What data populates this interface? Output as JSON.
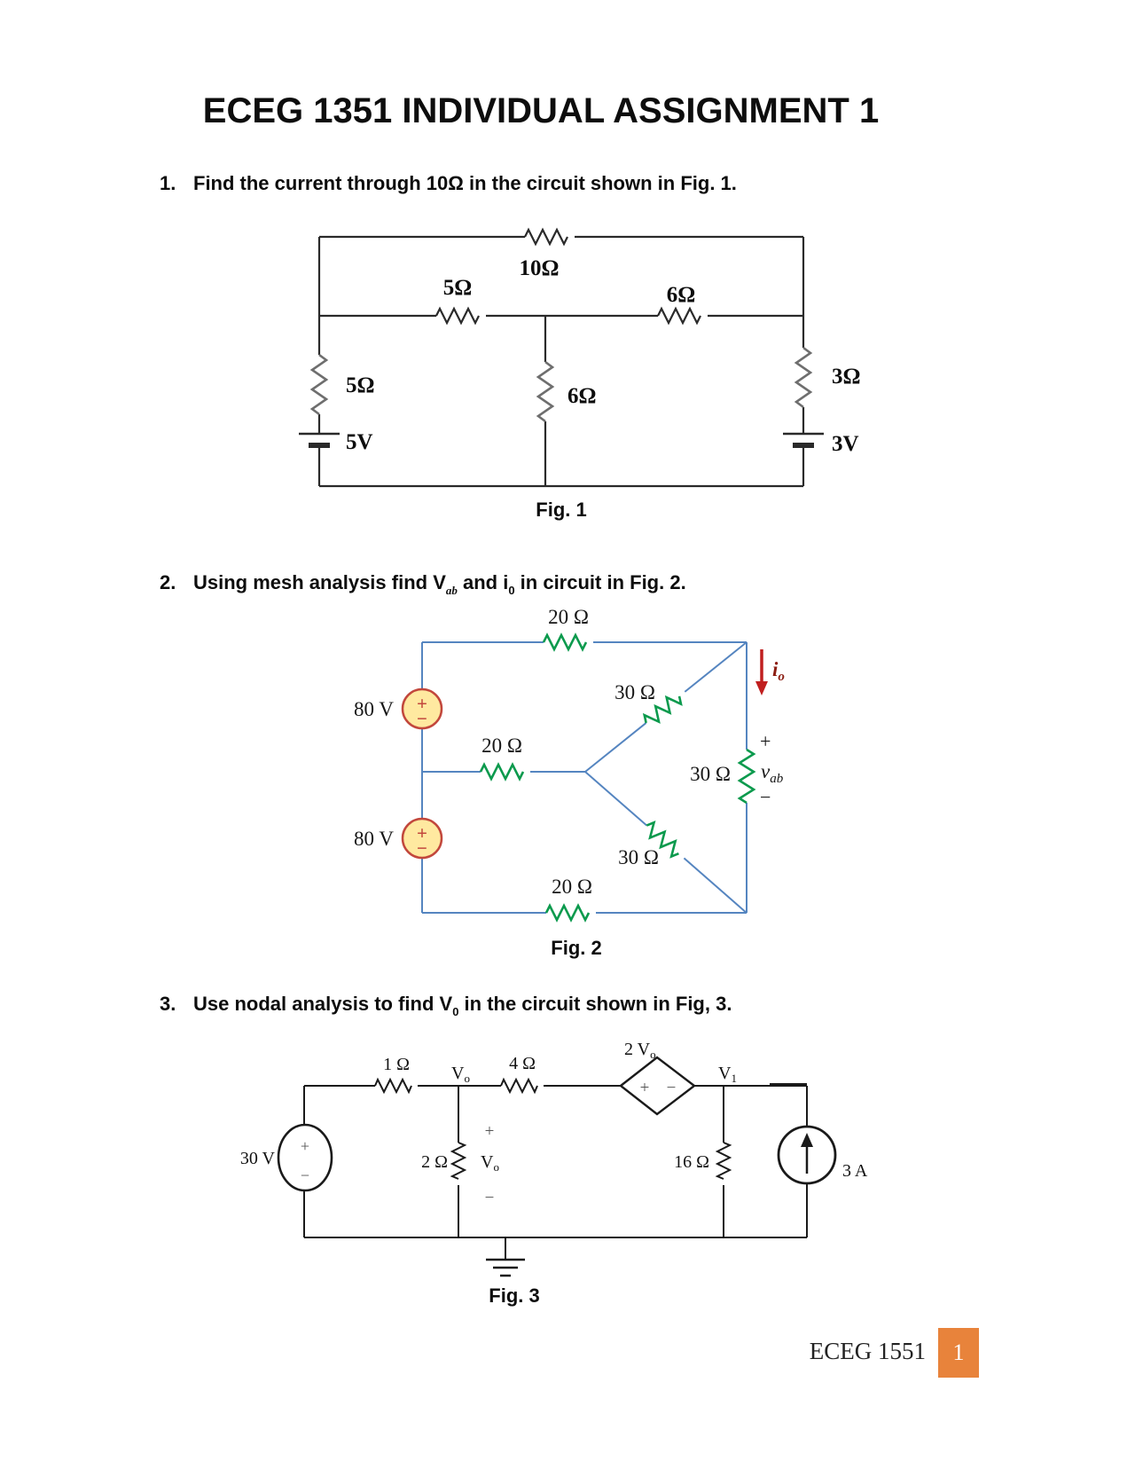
{
  "title": "ECEG 1351 INDIVIDUAL ASSIGNMENT 1",
  "questions": {
    "q1": {
      "number": "1.",
      "text": "Find the current through 10Ω in the circuit shown in Fig. 1."
    },
    "q2": {
      "number": "2.",
      "seg1": "Using mesh analysis find V",
      "sub1": "ab",
      "seg2": " and i",
      "sub2": "0",
      "seg3": " in circuit in Fig. 2."
    },
    "q3": {
      "number": "3.",
      "seg1": "Use nodal analysis to find V",
      "sub1": "0",
      "seg2": " in the circuit shown in Fig, 3."
    }
  },
  "fig1": {
    "caption": "Fig. 1",
    "r_top": "10Ω",
    "r_mid_left": "5Ω",
    "r_mid_right": "6Ω",
    "r_left": "5Ω",
    "src_left": "5V",
    "r_center": "6Ω",
    "r_right": "3Ω",
    "src_right": "3V"
  },
  "fig2": {
    "caption": "Fig. 2",
    "r_top": "20 Ω",
    "r_mid": "20 Ω",
    "r_bottom": "20 Ω",
    "r_diag_top": "30 Ω",
    "r_diag_bottom": "30 Ω",
    "r_right": "30 Ω",
    "src_top_label": "80 V",
    "src_bottom_label": "80 V",
    "src_plus": "+",
    "src_minus": "−",
    "io_main": "i",
    "io_sub": "o",
    "vab_plus": "+",
    "vab_main": "v",
    "vab_sub": "ab",
    "vab_minus": "−"
  },
  "fig3": {
    "caption": "Fig. 3",
    "r1": "1 Ω",
    "r4": "4 Ω",
    "r2": "2 Ω",
    "r16": "16 Ω",
    "dep_main": "2 V",
    "dep_sub": "o",
    "dep_plus": "+",
    "dep_minus": "−",
    "node_vo_main": "V",
    "node_vo_sub": "o",
    "node_v1_main": "V",
    "node_v1_sub": "1",
    "vsrc_label": "30 V",
    "vsrc_plus": "+",
    "vsrc_minus": "−",
    "branch_plus": "+",
    "branch_vo_main": "V",
    "branch_vo_sub": "o",
    "branch_minus": "−",
    "isrc_label": "3 A"
  },
  "footer": {
    "course": "ECEG 1551",
    "page": "1"
  },
  "colors": {
    "fig2_wire": "#5585c0",
    "fig2_resistor": "#0b9a4d",
    "fig2_source_fill": "#ffe9a0",
    "fig2_source_stroke": "#c2473c",
    "fig2_arrow": "#c01f1f",
    "accent_orange": "#e8833b"
  }
}
